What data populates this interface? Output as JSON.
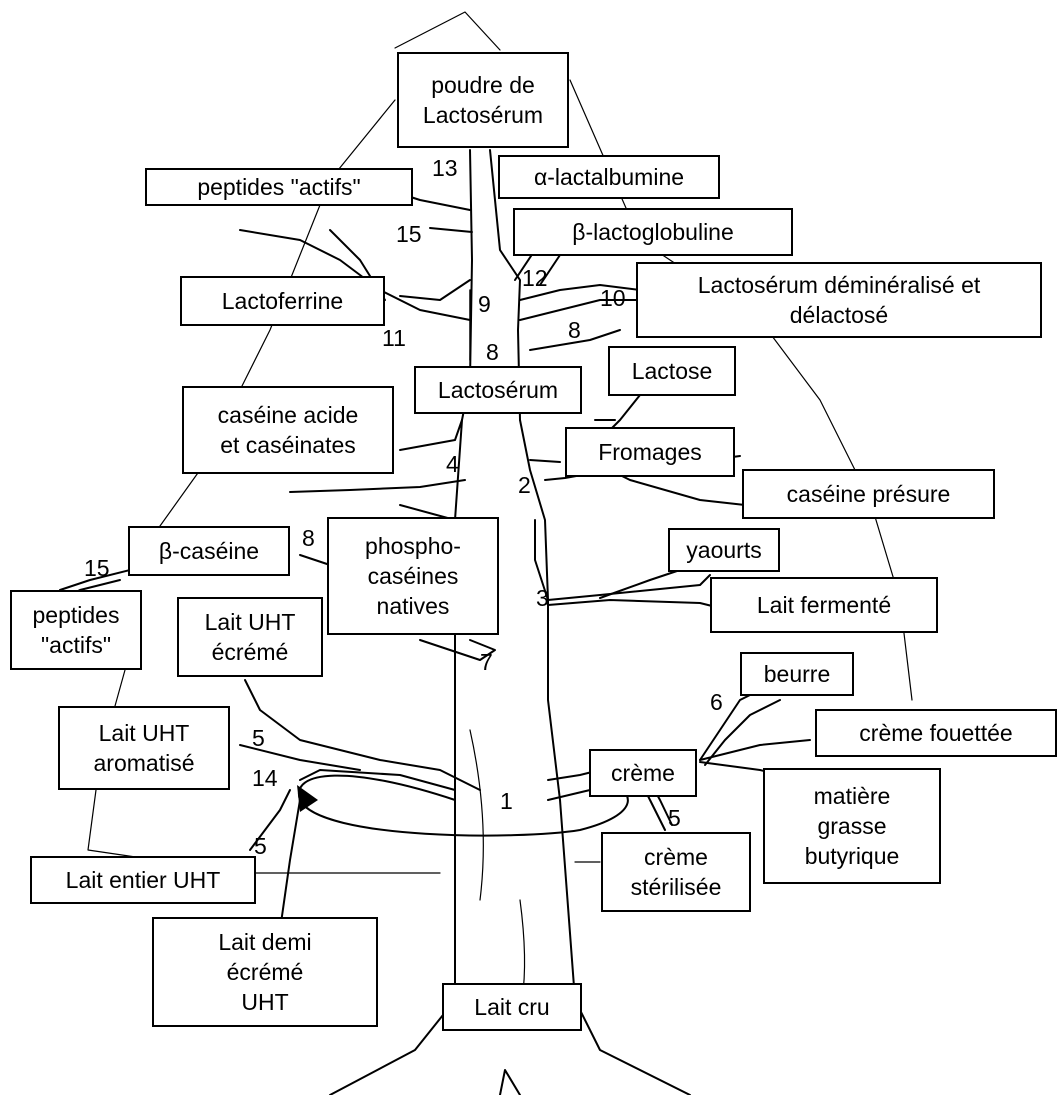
{
  "diagram": {
    "nodes": {
      "lait_cru": "Lait cru",
      "creme": "crème",
      "lactoserum": "Lactosérum",
      "poudre_lactoserum": "poudre de\nLactosérum",
      "peptides_actifs_top": "peptides \"actifs\"",
      "alpha_lactalbumine": "α-lactalbumine",
      "beta_lactoglobuline": "β-lactoglobuline",
      "lactoferrine": "Lactoferrine",
      "lactoserum_demineralise": "Lactosérum déminéralisé et\ndélactosé",
      "lactose": "Lactose",
      "caseine_acide": "caséine acide\net caséinates",
      "fromages": "Fromages",
      "caseine_presure": "caséine présure",
      "beta_caseine": "β-caséine",
      "phosphocaseines": "phospho-\ncaséines\nnatives",
      "yaourts": "yaourts",
      "lait_fermente": "Lait fermenté",
      "peptides_actifs_left": "peptides\n\"actifs\"",
      "lait_uht_ecreme": "Lait UHT\nécrémé",
      "beurre": "beurre",
      "lait_uht_aromatise": "Lait  UHT\naromatisé",
      "creme_fouettee": "crème fouettée",
      "matiere_grasse": "matière\ngrasse\nbutyrique",
      "creme_sterilisee": "crème\nstérilisée",
      "lait_entier_uht": "Lait entier UHT",
      "lait_demi_ecreme": "Lait demi\nécrémé\nUHT"
    },
    "numbers": {
      "n13": "13",
      "n15_top": "15",
      "n12": "12",
      "n9": "9",
      "n10": "10",
      "n11": "11",
      "n8_a": "8",
      "n8_b": "8",
      "n4": "4",
      "n2": "2",
      "n8_c": "8",
      "n15_left": "15",
      "n3": "3",
      "n7": "7",
      "n6": "6",
      "n5_a": "5",
      "n14": "14",
      "n1": "1",
      "n5_b": "5",
      "n5_c": "5"
    }
  }
}
